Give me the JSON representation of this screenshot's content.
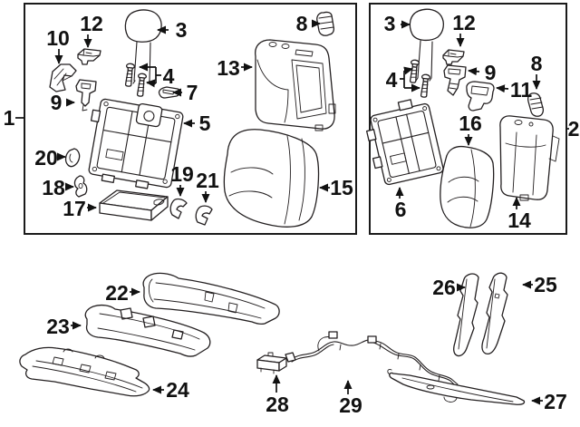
{
  "diagram": {
    "type": "parts-diagram",
    "background_color": "#ffffff",
    "line_color": "#231f20",
    "label_color": "#111111",
    "groups": {
      "left_label": "1",
      "right_label": "2"
    },
    "callouts": {
      "left": [
        {
          "num": "10"
        },
        {
          "num": "12"
        },
        {
          "num": "3"
        },
        {
          "num": "8"
        },
        {
          "num": "4"
        },
        {
          "num": "7"
        },
        {
          "num": "9"
        },
        {
          "num": "5"
        },
        {
          "num": "13"
        },
        {
          "num": "20"
        },
        {
          "num": "18"
        },
        {
          "num": "17"
        },
        {
          "num": "19"
        },
        {
          "num": "21"
        },
        {
          "num": "15"
        }
      ],
      "right": [
        {
          "num": "3"
        },
        {
          "num": "12"
        },
        {
          "num": "4"
        },
        {
          "num": "9"
        },
        {
          "num": "11"
        },
        {
          "num": "8"
        },
        {
          "num": "16"
        },
        {
          "num": "6"
        },
        {
          "num": "14"
        }
      ],
      "bottom": [
        {
          "num": "22"
        },
        {
          "num": "23"
        },
        {
          "num": "24"
        },
        {
          "num": "28"
        },
        {
          "num": "29"
        },
        {
          "num": "26"
        },
        {
          "num": "25"
        },
        {
          "num": "27"
        }
      ]
    }
  }
}
